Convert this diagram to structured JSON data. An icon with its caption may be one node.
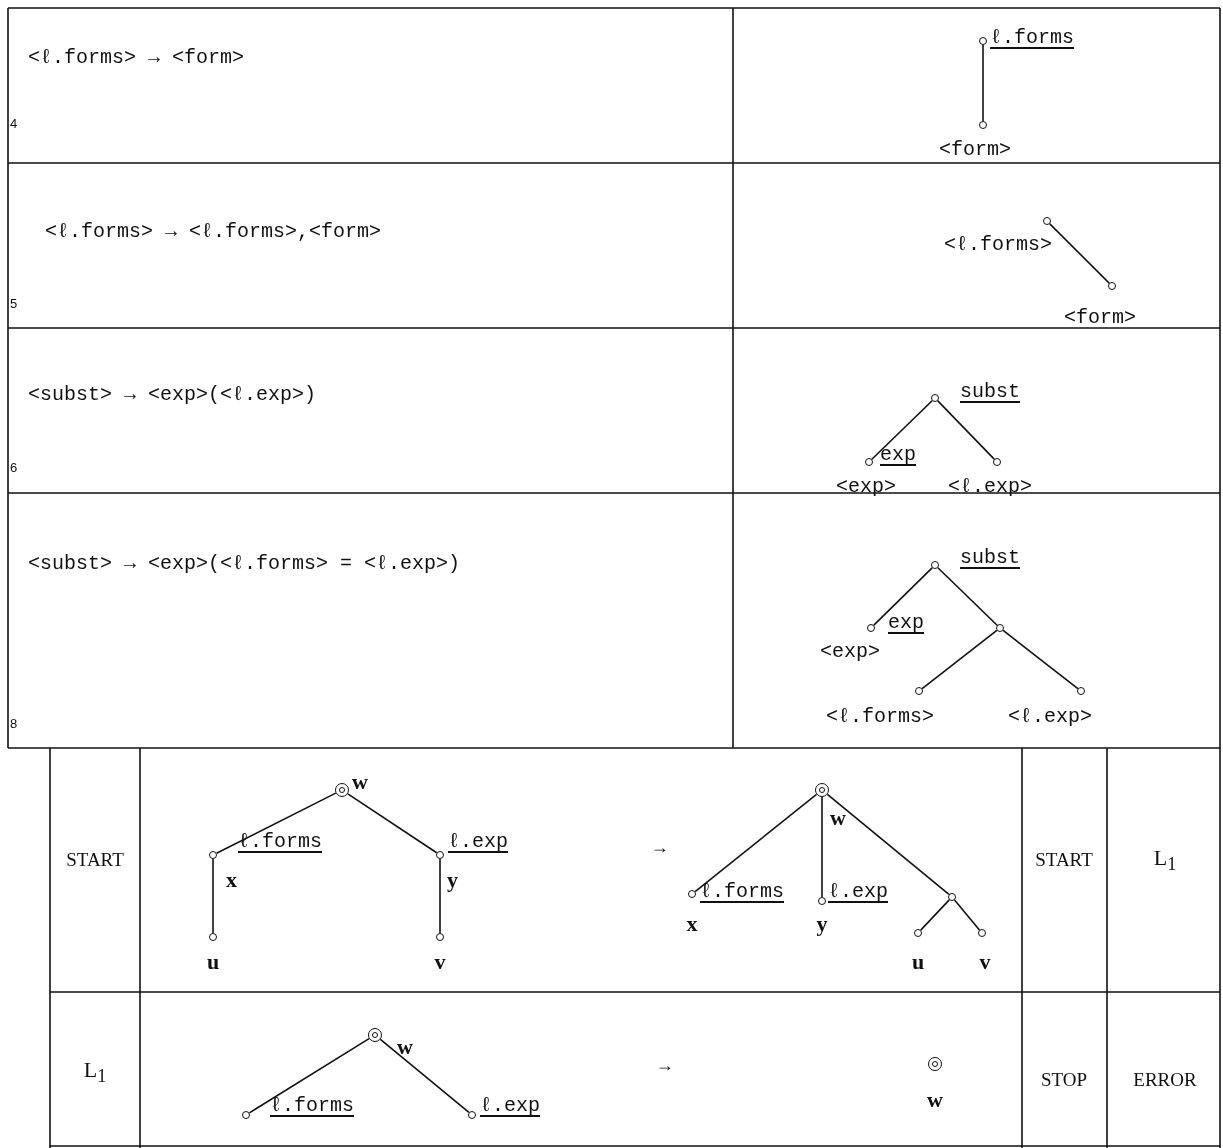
{
  "diagram": {
    "nodes": [
      {
        "text": [],
        "shape": "circle",
        "beside": [
          "ℓ.forms"
        ]
      },
      {
        "text": [],
        "shape": "circle",
        "beside": [
          "<form>"
        ]
      },
      {
        "text": [],
        "shape": "circle",
        "beside": [
          "<ℓ.forms>"
        ]
      },
      {
        "text": [],
        "shape": "circle",
        "beside": [
          "<form>"
        ]
      },
      {
        "text": [],
        "shape": "circle",
        "beside": [
          "subst"
        ]
      },
      {
        "text": [],
        "shape": "circle",
        "beside": [
          "exp",
          "<exp>"
        ]
      },
      {
        "text": [],
        "shape": "circle",
        "beside": [
          "<ℓ.exp>"
        ]
      },
      {
        "text": [],
        "shape": "circle",
        "beside": [
          "subst"
        ]
      },
      {
        "text": [],
        "shape": "circle",
        "beside": [
          "exp",
          "<exp>"
        ]
      },
      {
        "text": [],
        "shape": "circle"
      },
      {
        "text": [],
        "shape": "circle",
        "beside": [
          "<ℓ.forms>"
        ]
      },
      {
        "text": [],
        "shape": "circle",
        "beside": [
          "<ℓ.exp>"
        ]
      },
      {
        "text": [],
        "shape": "circle",
        "beside": [
          "w"
        ]
      },
      {
        "text": [],
        "shape": "circle",
        "beside": [
          "ℓ.forms",
          "x"
        ]
      },
      {
        "text": [],
        "shape": "circle",
        "beside": [
          "ℓ.exp",
          "y"
        ]
      },
      {
        "text": [],
        "shape": "circle",
        "beside": [
          "u"
        ]
      },
      {
        "text": [],
        "shape": "circle",
        "beside": [
          "v"
        ]
      },
      {
        "text": [],
        "shape": "circle",
        "beside": [
          "w"
        ]
      },
      {
        "text": [],
        "shape": "circle",
        "beside": [
          "ℓ.forms",
          "x"
        ]
      },
      {
        "text": [],
        "shape": "circle",
        "beside": [
          "ℓ.exp",
          "y"
        ]
      },
      {
        "text": [],
        "shape": "circle"
      },
      {
        "text": [],
        "shape": "circle",
        "beside": [
          "u"
        ]
      },
      {
        "text": [],
        "shape": "circle",
        "beside": [
          "v"
        ]
      },
      {
        "text": [],
        "shape": "circle",
        "beside": [
          "w"
        ]
      },
      {
        "text": [],
        "shape": "circle",
        "beside": [
          "ℓ.forms"
        ]
      },
      {
        "text": [],
        "shape": "circle",
        "beside": [
          "ℓ.exp"
        ]
      },
      {
        "text": [],
        "shape": "circle",
        "beside": [
          "w"
        ]
      }
    ],
    "edges": [
      {
        "from": 0,
        "to": 1,
        "arrow": "none"
      },
      {
        "from": 2,
        "to": 3,
        "arrow": "none"
      },
      {
        "from": 4,
        "to": 5,
        "arrow": "none"
      },
      {
        "from": 4,
        "to": 6,
        "arrow": "none"
      },
      {
        "from": 7,
        "to": 8,
        "arrow": "none"
      },
      {
        "from": 7,
        "to": 9,
        "arrow": "none"
      },
      {
        "from": 9,
        "to": 10,
        "arrow": "none"
      },
      {
        "from": 9,
        "to": 11,
        "arrow": "none"
      },
      {
        "from": 12,
        "to": 13,
        "arrow": "none"
      },
      {
        "from": 12,
        "to": 14,
        "arrow": "none"
      },
      {
        "from": 13,
        "to": 15,
        "arrow": "none"
      },
      {
        "from": 14,
        "to": 16,
        "arrow": "none"
      },
      {
        "from": 17,
        "to": 18,
        "arrow": "none"
      },
      {
        "from": 17,
        "to": 19,
        "arrow": "none"
      },
      {
        "from": 17,
        "to": 20,
        "arrow": "none"
      },
      {
        "from": 20,
        "to": 21,
        "arrow": "none"
      },
      {
        "from": 20,
        "to": 22,
        "arrow": "none"
      },
      {
        "from": 23,
        "to": 24,
        "arrow": "none"
      },
      {
        "from": 23,
        "to": 25,
        "arrow": "none"
      }
    ],
    "labels": [
      "<ℓ.forms> → <form>",
      "4",
      "<ℓ.forms> → <ℓ.forms>,<form>",
      "5",
      "<subst> → <exp>(<ℓ.exp>)",
      "6",
      "<subst> → <exp>(<ℓ.forms> = <ℓ.exp>)",
      "8",
      "START",
      "→",
      "START",
      "L$_{1}$",
      "L$_{1}$",
      "→",
      "STOP",
      "ERROR"
    ]
  }
}
